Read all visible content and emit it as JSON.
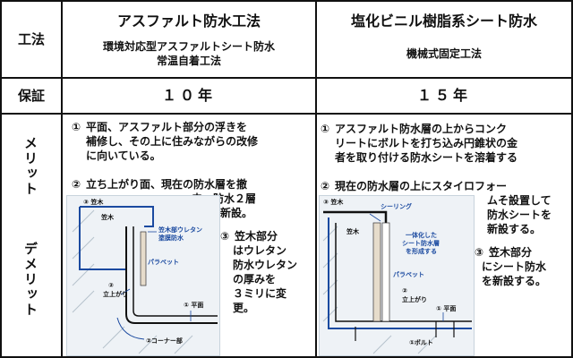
{
  "header": {
    "row_label": "工法",
    "left_title": "アスファルト防水工法",
    "left_sub1": "環境対応型アスファルトシート防水",
    "left_sub2": "常温自着工法",
    "right_title": "塩化ビニル樹脂系シート防水",
    "right_sub": "機械式固定工法"
  },
  "warranty": {
    "row_label": "保証",
    "left": "１０年",
    "right": "１５年"
  },
  "merit": {
    "label_top": "メリット",
    "label_bottom": "デメリット",
    "left": {
      "p1_num": "①",
      "p1_l1": "平面、アスファルト部分の浮きを",
      "p1_l2": "補修し、その上に住みながらの改修",
      "p1_l3": "に向いている。",
      "p2_num": "②",
      "p2_l1": "立ち上がり面、現在の防水層を撤",
      "p2_l2": "去、防水２層",
      "p2_l3": "を新設。",
      "p3_num": "③",
      "p3_l1": "笠木部分",
      "p3_l2": "はウレタン",
      "p3_l3": "防水ウレタン",
      "p3_l4": "の厚みを",
      "p3_l5": "３ミリに変",
      "p3_l6": "更。",
      "figure": {
        "kasagi_label": "③ 笠木",
        "kasagi_inner": "笠木",
        "urethane_1": "笠木部ウレタン",
        "urethane_2": "塗膜防水",
        "parapet": "パラペット",
        "tachiagari_num": "②",
        "tachiagari": "立上がり",
        "heimen": "① 平面",
        "corner": "②コーナー部"
      }
    },
    "right": {
      "p1_num": "①",
      "p1_l1": "アスファルト防水層の上からコンク",
      "p1_l2": "リートにボルトを打ち込み円錐状の金",
      "p1_l3": "者を取り付ける防水シートを溶着する",
      "p2_num": "②",
      "p2_l1": "現在の防水層の上にスタイロフォー",
      "p2_l2": "ムそ設置して",
      "p2_l3": "防水シートを",
      "p2_l4": "新設する。",
      "p3_num": "③",
      "p3_l1": "笠木部分",
      "p3_l2": "にシート防水",
      "p3_l3": "を新設する。",
      "figure": {
        "kasagi_label": "③ 笠木",
        "sealing": "シーリング",
        "kasagi_inner": "笠木",
        "ittai_1": "一体化した",
        "ittai_2": "シート防水層",
        "ittai_3": "を形成する",
        "parapet": "パラペット",
        "tachiagari_num": "②",
        "tachiagari": "立上がり",
        "heimen": "① 平面",
        "bolt": "①ボルト"
      }
    }
  }
}
